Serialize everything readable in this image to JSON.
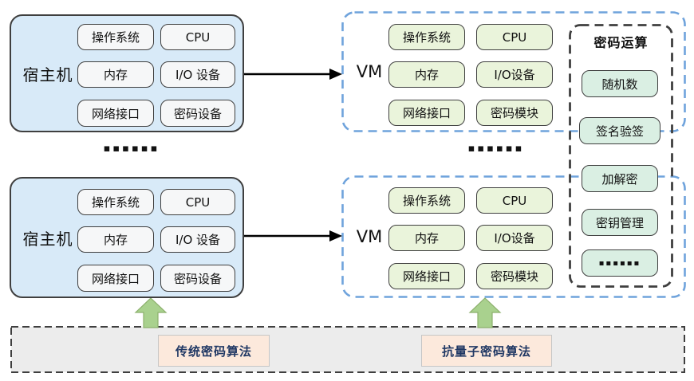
{
  "host": {
    "label": "宿主机",
    "components": [
      "操作系统",
      "CPU",
      "内存",
      "I/O 设备",
      "网络接口",
      "密码设备"
    ]
  },
  "vm": {
    "label": "VM",
    "components": [
      "操作系统",
      "CPU",
      "内存",
      "I/O设备",
      "网络接口",
      "密码模块"
    ]
  },
  "crypto_ops": {
    "title": "密码运算",
    "items": [
      "随机数",
      "签名验签",
      "加解密",
      "密钥管理",
      "▪▪▪▪▪▪"
    ]
  },
  "algorithms": {
    "items": [
      "传统密码算法",
      "抗量子密码算法"
    ]
  },
  "ellipsis": "▪▪▪▪▪▪",
  "colors": {
    "host_fill": "#D8EAF8",
    "host_component_fill": "#F6F7F8",
    "vm_component_fill": "#EAF4DB",
    "crypto_item_fill": "#DAEFE3",
    "vm_border_blue": "#6FA3DC",
    "dark_border": "#3F3F3F",
    "algorithms_panel_fill": "#ECECEC",
    "arrow_green": "#A9D18E",
    "algorithm_box_fill": "#FCE9DC",
    "algorithm_text": "#203864"
  }
}
